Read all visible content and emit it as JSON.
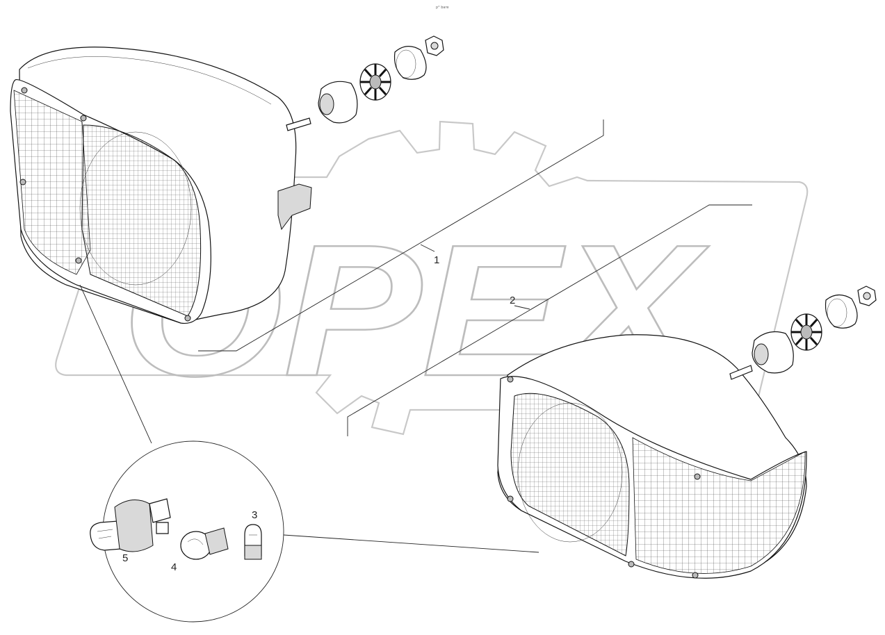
{
  "header": {
    "tiny_text": "p°  bare"
  },
  "watermark": {
    "text": "OPEX"
  },
  "callouts": [
    {
      "id": "1",
      "label": "1"
    },
    {
      "id": "2",
      "label": "2"
    },
    {
      "id": "3",
      "label": "3"
    },
    {
      "id": "4",
      "label": "4"
    },
    {
      "id": "5",
      "label": "5"
    }
  ]
}
